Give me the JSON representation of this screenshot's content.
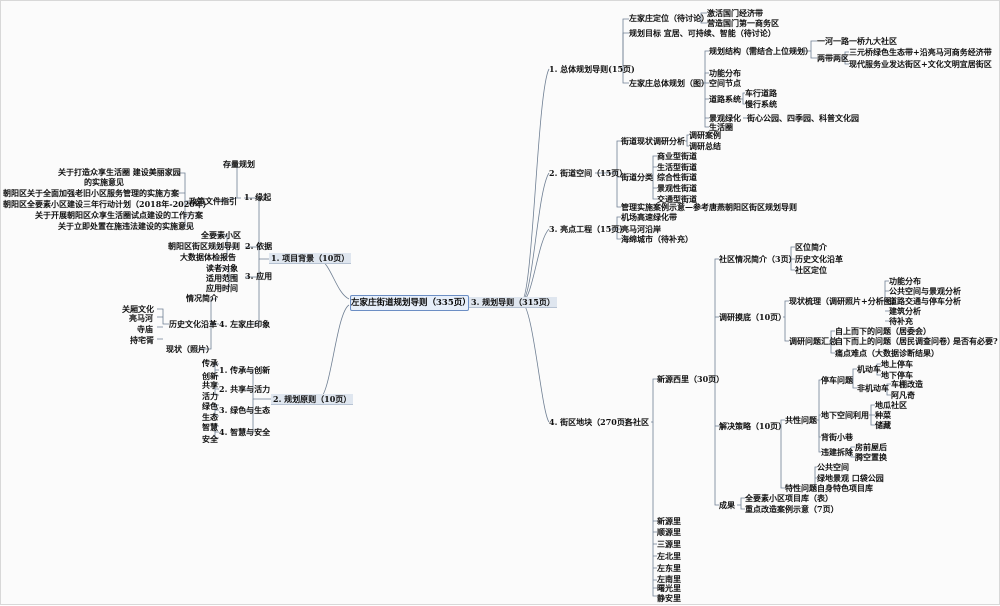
{
  "root": "左家庄街道规划导则（335页）",
  "colors": {
    "line": "#6f7f93",
    "root_fill": "#e7effa",
    "root_border": "#6c8ec4"
  },
  "left": {
    "n1": {
      "label": "1. 项目背景（10页）",
      "c1": {
        "label": "1. 缘起",
        "s1": "存量规划",
        "s2": {
          "label": "政策文件指引",
          "items": [
            "关于打造众享生活圈 建设美丽家园",
            "的实施意见",
            "朝阳区关于全面加强老旧小区服务管理的实施方案",
            "朝阳区全要素小区建设三年行动计划（2018年-2020年）",
            "关于开展朝阳区众享生活圈试点建设的工作方案",
            "关于立即处置在施违法建设的实施意见"
          ]
        }
      },
      "c2": {
        "label": "2. 依据",
        "items": [
          "全要素小区",
          "朝阳区街区规划导则",
          "大数据体检报告"
        ]
      },
      "c3": {
        "label": "3. 应用",
        "items": [
          "读者对象",
          "适用范围",
          "应用时间"
        ]
      },
      "c4": {
        "label": "4. 左家庄印象",
        "a": "情况简介",
        "b": {
          "label": "历史文化沿革",
          "items": [
            "关厢文化",
            "亮马河",
            "寺庙",
            "持宅胥"
          ]
        },
        "c": "现状（照片）"
      }
    },
    "n2": {
      "label": "2. 规划原则（10页）",
      "rows": [
        {
          "label": "1. 传承与创新",
          "items": [
            "传承",
            "创新"
          ]
        },
        {
          "label": "2. 共享与活力",
          "items": [
            "共享",
            "活力"
          ]
        },
        {
          "label": "3. 绿色与生态",
          "items": [
            "绿色",
            "生态"
          ]
        },
        {
          "label": "4. 智慧与安全",
          "items": [
            "智慧",
            "安全"
          ]
        }
      ]
    }
  },
  "right": {
    "n3": "3. 规划导则（315页）",
    "g1": {
      "label": "1. 总体规划导则(15页)",
      "pos": {
        "label": "左家庄定位（待讨论）",
        "items": [
          "激活国门经济带",
          "营造国门第一商务区"
        ]
      },
      "goal": "规划目标  宜居、可持续、智能（待讨论）",
      "plan": {
        "label": "左家庄总体规划（图）",
        "struct": {
          "label": "规划结构（需结合上位规划）",
          "l1": "一河一路一桥九大社区",
          "l2": "两带两区",
          "l3": [
            "三元桥绿色生态带+沿亮马河商务经济带",
            "现代服务业发达街区+文化文明宜居街区"
          ]
        },
        "f1": "功能分布",
        "f2": "空间节点",
        "road": {
          "label": "道路系统",
          "items": [
            "车行道路",
            "慢行系统"
          ]
        },
        "green": {
          "label": "景观绿化",
          "item": "街心公园、四季园、科普文化园"
        },
        "f3": "生活圈"
      }
    },
    "g2": {
      "label": "2. 街道空间（15页）",
      "s1": {
        "label": "街道现状调研分析",
        "items": [
          "调研案例",
          "调研总结"
        ]
      },
      "s2": {
        "label": "街道分类",
        "items": [
          "商业型街道",
          "生活型街道",
          "综合性街道",
          "景观性街道",
          "交通型街道"
        ]
      },
      "s3": "管理实施案例示意—参考唐燕朝阳区街区规划导则"
    },
    "g3": {
      "label": "3. 亮点工程（15页）",
      "items": [
        "机场高速绿化带",
        "亮马河沿岸",
        "海绵城市（待补充）"
      ]
    },
    "g4": {
      "label": "4. 街区地块（270页）",
      "sub": "各社区",
      "x": {
        "label": "新源西里（30页）",
        "k1": {
          "label": "社区情况简介（3页）",
          "items": [
            "区位简介",
            "历史文化沿革",
            "社区定位"
          ]
        },
        "k2": {
          "label": "调研摸底（10页）",
          "m1": {
            "label": "现状梳理（调研照片+分析图）",
            "items": [
              "功能分布",
              "公共空间与景观分析",
              "道路交通与停车分析",
              "建筑分析",
              "待补充"
            ]
          },
          "m2": {
            "label": "调研问题汇总",
            "items": [
              "自上而下的问题（居委会）",
              "自下而上的问题（居民调查问卷）",
              "痛点难点（大数据诊断结果）"
            ],
            "note": "是否有必要?"
          }
        },
        "k3": {
          "label": "解决策略（10页）",
          "com": {
            "label": "共性问题",
            "park": {
              "label": "停车问题",
              "motor": {
                "label": "机动车",
                "items": [
                  "地上停车",
                  "地下停车"
                ]
              },
              "nonmotor": {
                "label": "非机动车",
                "items": [
                  "车棚改造",
                  "阿凡奇"
                ]
              }
            },
            "under": {
              "label": "地下空间利用",
              "items": [
                "地瓜社区",
                "种菜",
                "储藏"
              ]
            },
            "alley": "背街小巷",
            "demo": {
              "label": "违建拆除",
              "items": [
                "房前屋后",
                "腾空置换"
              ]
            }
          },
          "spec": {
            "label": "特性问题",
            "items": [
              "公共空间",
              "绿地景观  口袋公园",
              "自身特色项目库"
            ]
          }
        },
        "k4": {
          "label": "成果",
          "items": [
            "全要素小区项目库（表）",
            "重点改造案例示意（7页）"
          ]
        }
      },
      "others": [
        "新源里",
        "顺源里",
        "三源里",
        "左北里",
        "左东里",
        "左南里",
        "曙光里",
        "静安里"
      ]
    }
  }
}
